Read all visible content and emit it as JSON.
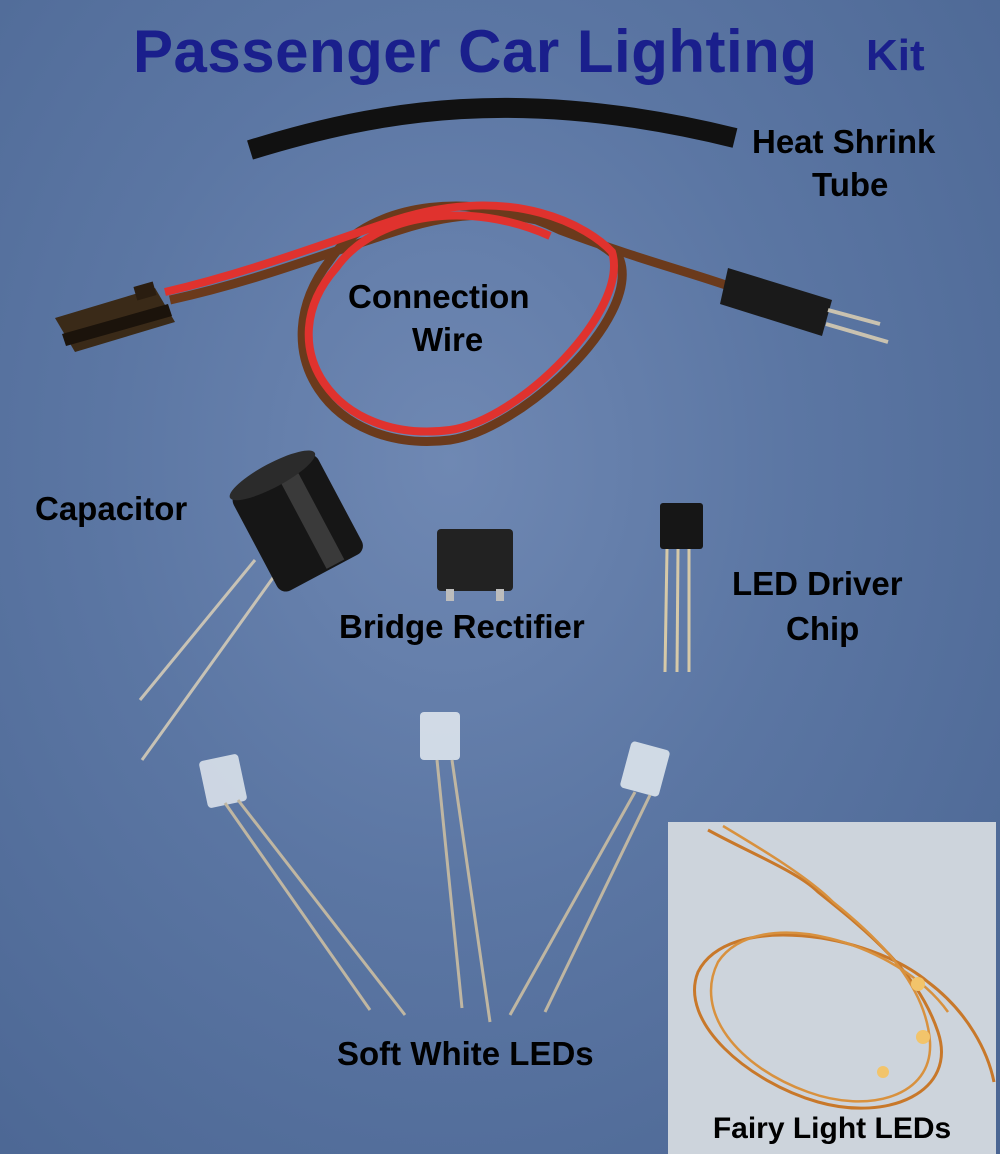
{
  "title": {
    "main": "Passenger Car Lighting",
    "suffix": "Kit"
  },
  "labels": {
    "heat_shrink": [
      "Heat Shrink",
      "Tube"
    ],
    "connection_wire": [
      "Connection",
      "Wire"
    ],
    "capacitor": "Capacitor",
    "bridge_rectifier": "Bridge Rectifier",
    "led_driver": [
      "LED Driver",
      "Chip"
    ],
    "soft_white_leds": "Soft White LEDs",
    "fairy_light_leds": "Fairy Light LEDs"
  },
  "colors": {
    "title": "#1a1f8c",
    "background": "#5b76a3",
    "inset_background": "#cdd4dc",
    "wire_red": "#e0322e",
    "wire_brown": "#6b3a1c",
    "copper": "#c8782a"
  }
}
